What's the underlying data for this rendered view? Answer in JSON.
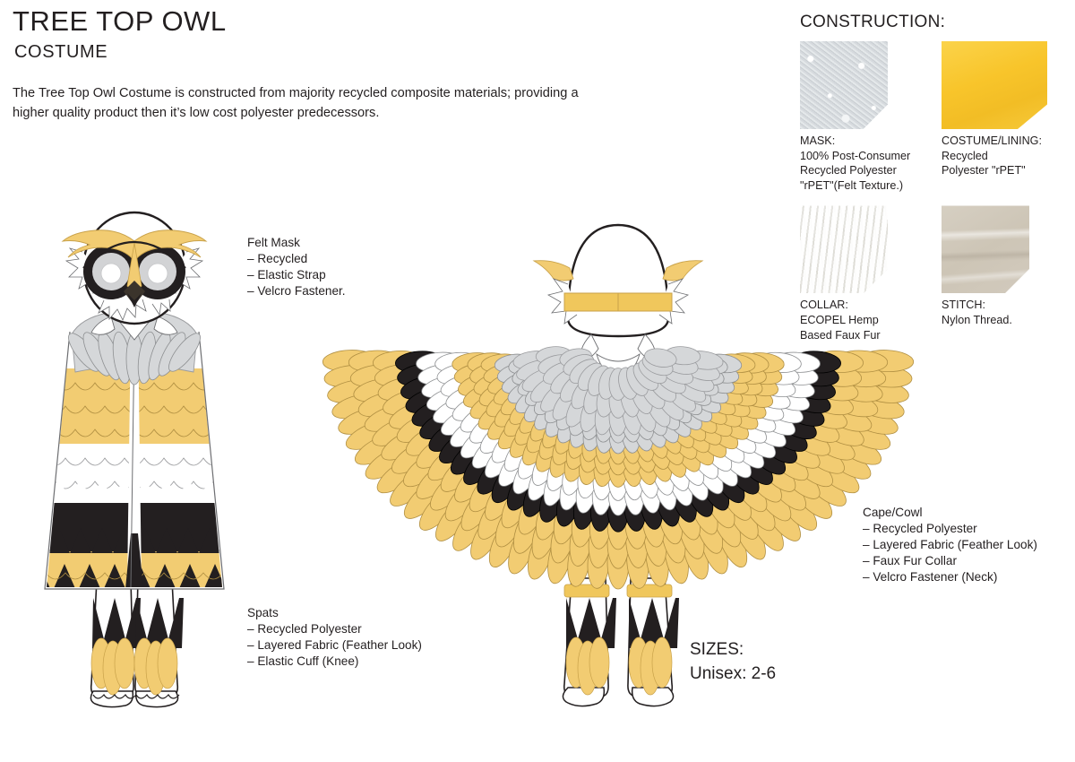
{
  "header": {
    "title": "TREE TOP OWL",
    "subtitle": "COSTUME",
    "intro": "The Tree Top Owl Costume is constructed from majority recycled composite materials; providing a higher quality product then it’s low cost polyester predecessors."
  },
  "construction": {
    "title": "CONSTRUCTION:",
    "swatches": [
      {
        "id": "mask",
        "texture": "felt-texture",
        "color": "#d7dbde",
        "head": "MASK:",
        "line1": "100% Post-Consumer",
        "line2": "Recycled Polyester",
        "line3": "\"rPET\"(Felt Texture.)"
      },
      {
        "id": "costume-lining",
        "texture": "solid-yellow",
        "color": "#f8c62c",
        "head": "COSTUME/LINING:",
        "line1": "Recycled",
        "line2": "Polyester \"rPET\"",
        "line3": ""
      },
      {
        "id": "collar",
        "texture": "faux-fur",
        "color": "#f2f0ea",
        "head": "COLLAR:",
        "line1": "ECOPEL Hemp",
        "line2": "Based Faux Fur",
        "line3": ""
      },
      {
        "id": "stitch",
        "texture": "satin-thread",
        "color": "#cfc7b8",
        "head": "STITCH:",
        "line1": "Nylon Thread.",
        "line2": "",
        "line3": ""
      }
    ]
  },
  "callouts": {
    "mask": {
      "head": "Felt Mask",
      "items": [
        "– Recycled",
        "– Elastic Strap",
        "– Velcro Fastener."
      ]
    },
    "spats": {
      "head": "Spats",
      "items": [
        "– Recycled Polyester",
        "– Layered Fabric (Feather Look)",
        "– Elastic Cuff (Knee)"
      ]
    },
    "cape": {
      "head": "Cape/Cowl",
      "items": [
        "– Recycled Polyester",
        "– Layered Fabric (Feather Look)",
        "– Faux Fur Collar",
        "– Velcro Fastener (Neck)"
      ]
    }
  },
  "sizes": {
    "label": "SIZES:",
    "value": "Unisex: 2-6"
  },
  "figures": {
    "front": {
      "name": "front-view-costume-illustration",
      "parts": [
        "felt-mask",
        "grey-faux-fur-collar",
        "feathered-cape",
        "spats"
      ]
    },
    "back": {
      "name": "back-view-costume-illustration",
      "parts": [
        "elastic-strap",
        "ear-tufts",
        "grey-faux-fur-collar",
        "spread-feathered-cape",
        "spats"
      ]
    }
  },
  "palette": {
    "ink": "#231f20",
    "outline": "#6d6e71",
    "feather_yellow": "#f2cc72",
    "strap_yellow": "#f0c75c",
    "feather_black": "#231f20",
    "feather_white": "#ffffff",
    "feather_grey": "#d5d7d9"
  }
}
